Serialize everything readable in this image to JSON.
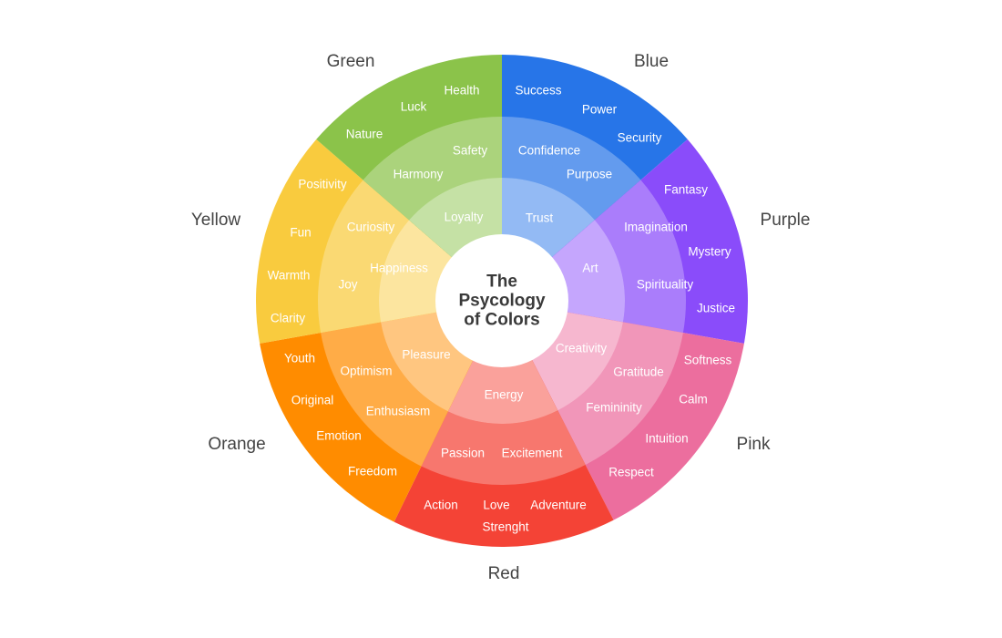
{
  "title": [
    "The",
    "Psycology",
    "of Colors"
  ],
  "segments": [
    {
      "name": "Blue",
      "color": "#2775E8",
      "outer": [
        "Success",
        "Power",
        "Security"
      ],
      "middle": [
        "Confidence",
        "Purpose"
      ],
      "inner": [
        "Trust"
      ]
    },
    {
      "name": "Purple",
      "color": "#8A4CFA",
      "outer": [
        "Fantasy",
        "Mystery",
        "Justice"
      ],
      "middle": [
        "Imagination",
        "Spirituality"
      ],
      "inner": [
        "Art"
      ]
    },
    {
      "name": "Pink",
      "color": "#EC6E9E",
      "outer": [
        "Softness",
        "Calm",
        "Intuition",
        "Respect"
      ],
      "middle": [
        "Gratitude",
        "Femininity"
      ],
      "inner": [
        "Creativity"
      ]
    },
    {
      "name": "Red",
      "color": "#F44336",
      "outer": [
        "Action",
        "Love",
        "Adventure",
        "Strenght"
      ],
      "middle": [
        "Passion",
        "Excitement"
      ],
      "inner": [
        "Energy"
      ]
    },
    {
      "name": "Orange",
      "color": "#FF8C00",
      "outer": [
        "Youth",
        "Original",
        "Emotion",
        "Freedom"
      ],
      "middle": [
        "Optimism",
        "Enthusiasm"
      ],
      "inner": [
        "Pleasure"
      ]
    },
    {
      "name": "Yellow",
      "color": "#F9CB3E",
      "outer": [
        "Positivity",
        "Fun",
        "Warmth",
        "Clarity"
      ],
      "middle": [
        "Curiosity",
        "Joy"
      ],
      "inner": [
        "Happiness"
      ]
    },
    {
      "name": "Green",
      "color": "#8BC34A",
      "outer": [
        "Health",
        "Luck",
        "Nature"
      ],
      "middle": [
        "Safety",
        "Harmony"
      ],
      "inner": [
        "Loyalty"
      ]
    }
  ]
}
